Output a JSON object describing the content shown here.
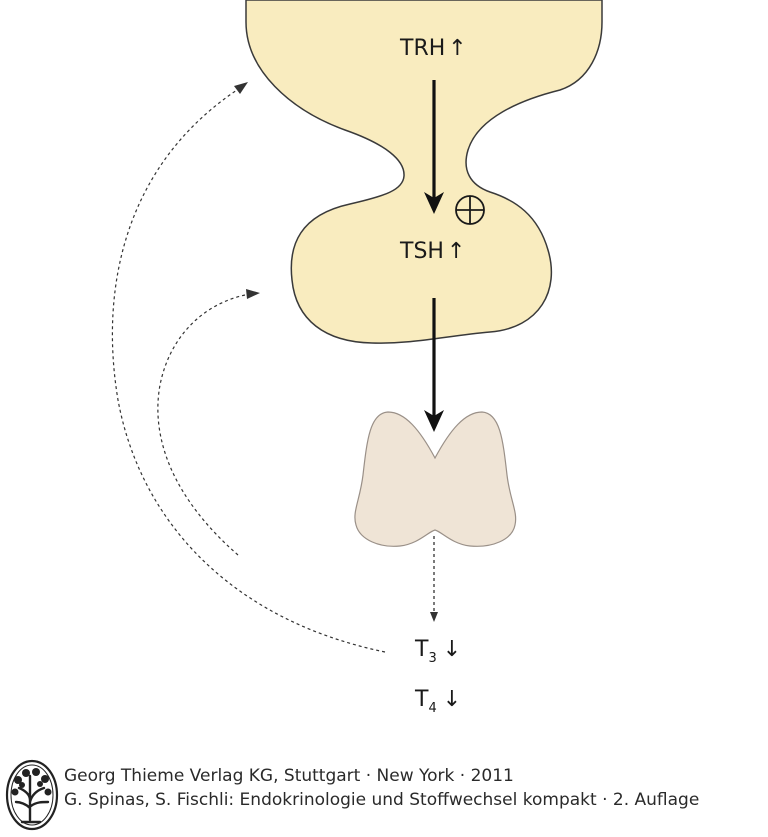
{
  "labels": {
    "trh": "TRH",
    "tsh": "TSH",
    "t3_base": "T",
    "t3_sub": "3",
    "t4_base": "T",
    "t4_sub": "4",
    "up_arrow": "↑",
    "down_arrow": "↓",
    "plus": "⊕"
  },
  "footer": {
    "line1": "Georg Thieme Verlag KG, Stuttgart · New York · 2011",
    "line2": "G. Spinas, S. Fischli: Endokrinologie und Stoffwechsel kompakt · 2. Auflage"
  },
  "colors": {
    "gland_fill": "#f9ecbf",
    "thyroid_fill": "#efe4d6",
    "stroke": "#3a3a3a"
  }
}
